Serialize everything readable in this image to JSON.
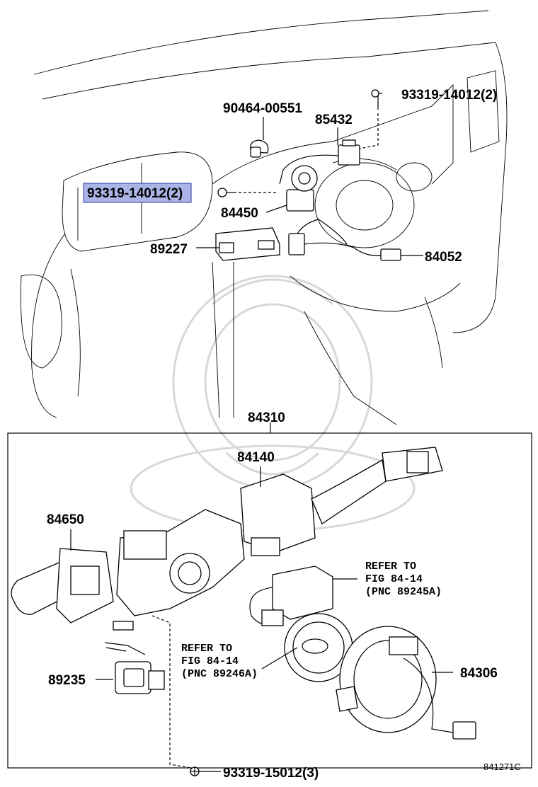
{
  "diagram_code": "841271C",
  "assembly": {
    "part_number": "84310",
    "label": "84310"
  },
  "callouts": [
    {
      "id": "bolt-top-right",
      "text": "93319-14012(2)",
      "highlighted": false
    },
    {
      "id": "clamp-90464",
      "text": "90464-00551",
      "highlighted": false
    },
    {
      "id": "part-85432",
      "text": "85432",
      "highlighted": false
    },
    {
      "id": "bolt-left",
      "text": "93319-14012(2)",
      "highlighted": true
    },
    {
      "id": "part-84450",
      "text": "84450",
      "highlighted": false
    },
    {
      "id": "part-89227",
      "text": "89227",
      "highlighted": false
    },
    {
      "id": "part-84052",
      "text": "84052",
      "highlighted": false
    },
    {
      "id": "part-84140",
      "text": "84140",
      "highlighted": false
    },
    {
      "id": "part-84650",
      "text": "84650",
      "highlighted": false
    },
    {
      "id": "part-89235",
      "text": "89235",
      "highlighted": false
    },
    {
      "id": "part-84306",
      "text": "84306",
      "highlighted": false
    },
    {
      "id": "bolt-bottom",
      "text": "93319-15012(3)",
      "highlighted": false
    }
  ],
  "references": [
    {
      "id": "ref-89245a",
      "lines": [
        "REFER TO",
        "FIG 84-14",
        "(PNC 89245A)"
      ]
    },
    {
      "id": "ref-89246a",
      "lines": [
        "REFER TO",
        "FIG 84-14",
        "(PNC 89246A)"
      ]
    }
  ],
  "colors": {
    "highlight_fill": "#aab4e6",
    "highlight_border": "#2a3a9a",
    "line": "#000000",
    "watermark": "#d8d8d8"
  }
}
